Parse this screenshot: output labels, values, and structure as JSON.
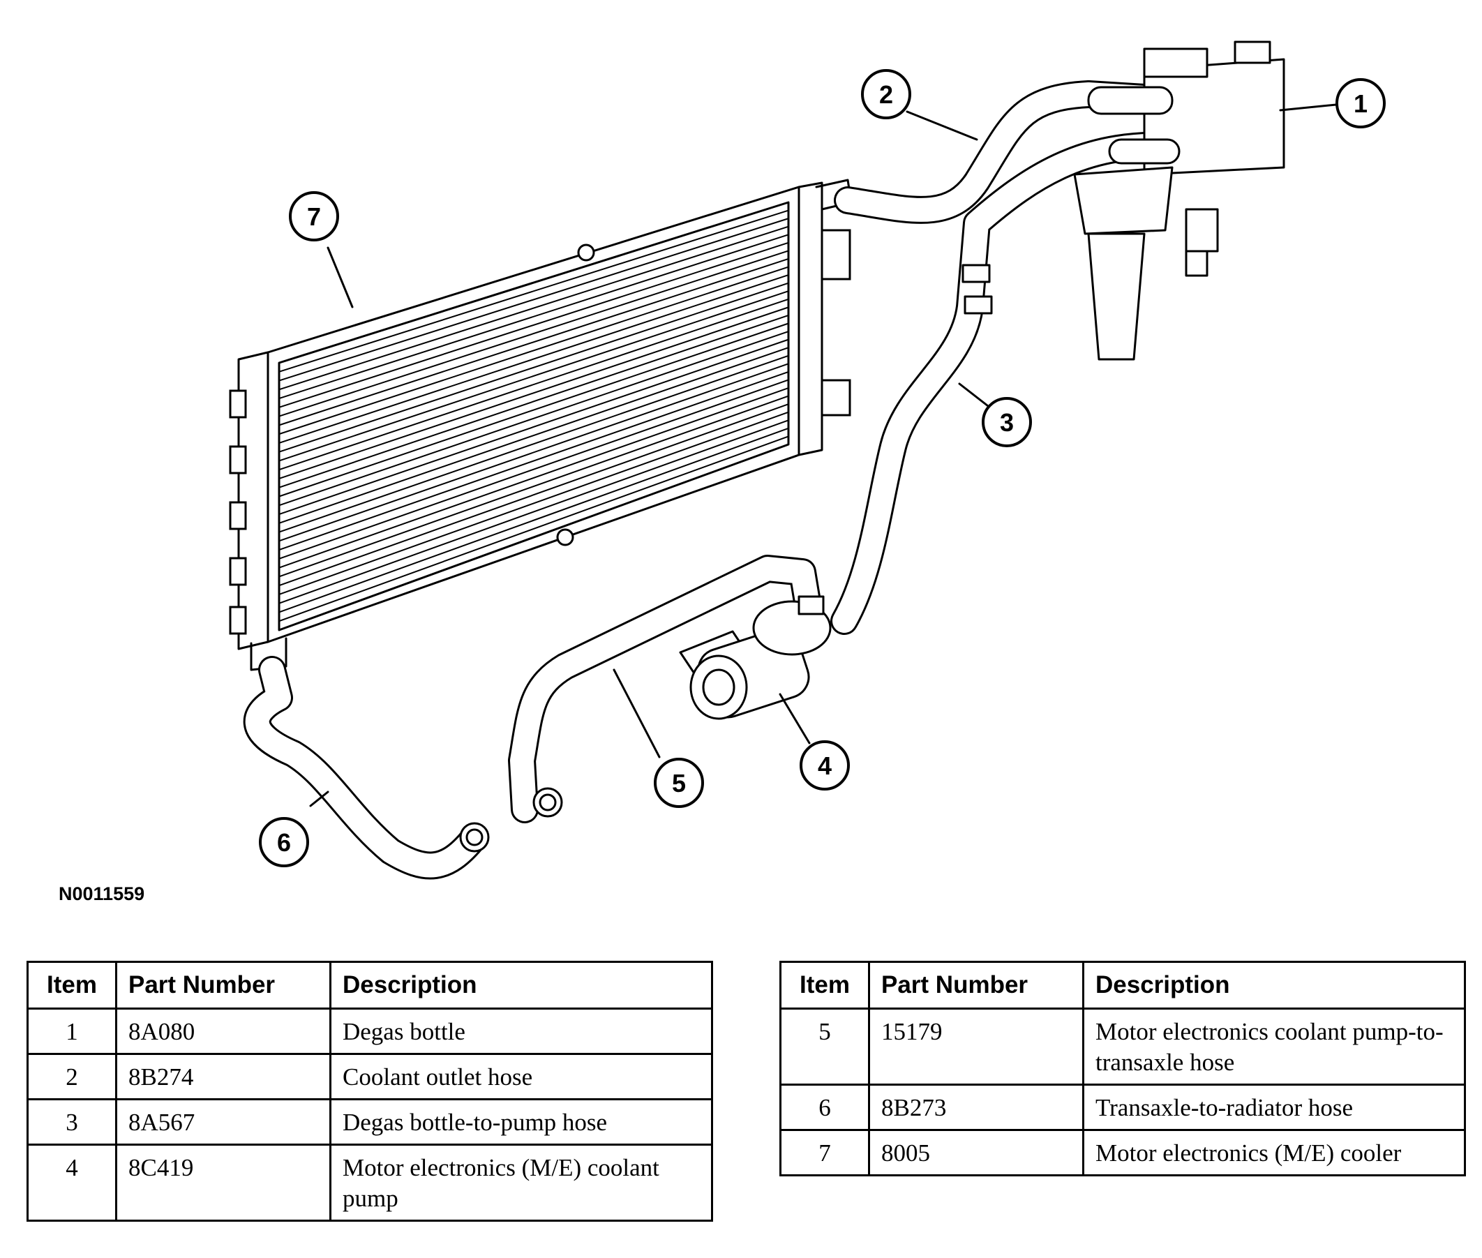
{
  "figure_code": "N0011559",
  "callouts": [
    "1",
    "2",
    "3",
    "4",
    "5",
    "6",
    "7"
  ],
  "table_headers": {
    "item": "Item",
    "part_number": "Part Number",
    "description": "Description"
  },
  "parts_left": [
    {
      "item": "1",
      "part_number": "8A080",
      "description": "Degas bottle"
    },
    {
      "item": "2",
      "part_number": "8B274",
      "description": "Coolant outlet hose"
    },
    {
      "item": "3",
      "part_number": "8A567",
      "description": "Degas bottle-to-pump hose"
    },
    {
      "item": "4",
      "part_number": "8C419",
      "description": "Motor electronics (M/E) coolant pump"
    }
  ],
  "parts_right": [
    {
      "item": "5",
      "part_number": "15179",
      "description": "Motor electronics coolant pump-to-transaxle hose"
    },
    {
      "item": "6",
      "part_number": "8B273",
      "description": "Transaxle-to-radiator hose"
    },
    {
      "item": "7",
      "part_number": "8005",
      "description": "Motor electronics (M/E) cooler"
    }
  ]
}
